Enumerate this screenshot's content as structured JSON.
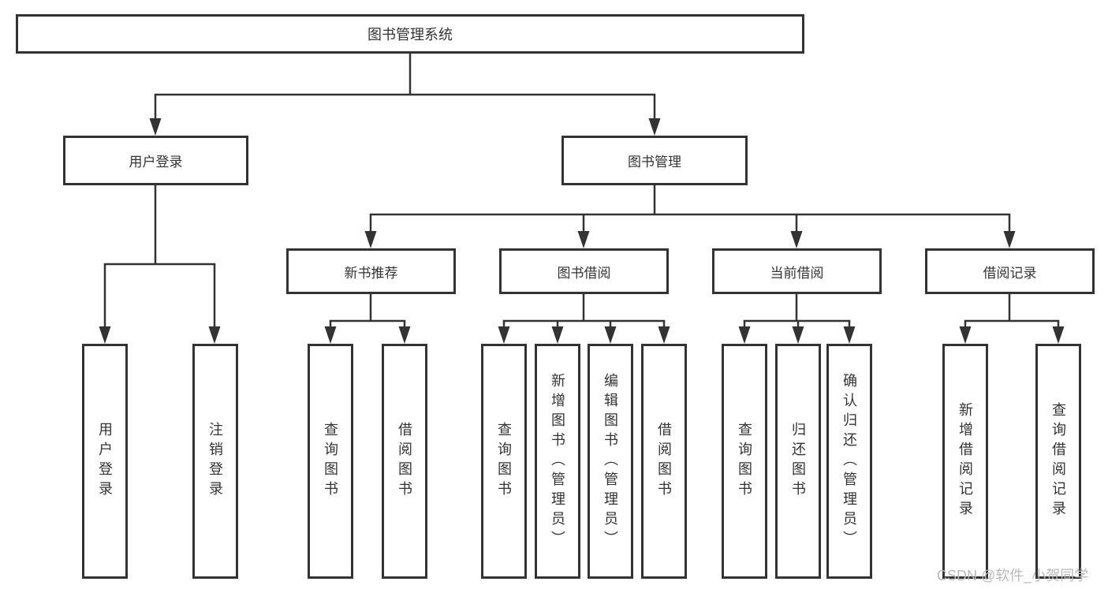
{
  "tree": {
    "label": "图书管理系统",
    "children": [
      {
        "label": "用户登录",
        "children": [
          {
            "label": "用户登录"
          },
          {
            "label": "注销登录"
          }
        ]
      },
      {
        "label": "图书管理",
        "children": [
          {
            "label": "新书推荐",
            "children": [
              {
                "label": "查询图书"
              },
              {
                "label": "借阅图书"
              }
            ]
          },
          {
            "label": "图书借阅",
            "children": [
              {
                "label": "查询图书"
              },
              {
                "label": "新增图书（管理员）"
              },
              {
                "label": "编辑图书（管理员）"
              },
              {
                "label": "借阅图书"
              }
            ]
          },
          {
            "label": "当前借阅",
            "children": [
              {
                "label": "查询图书"
              },
              {
                "label": "归还图书"
              },
              {
                "label": "确认归还（管理员）"
              }
            ]
          },
          {
            "label": "借阅记录",
            "children": [
              {
                "label": "新增借阅记录"
              },
              {
                "label": "查询借阅记录"
              }
            ]
          }
        ]
      }
    ]
  },
  "watermark": {
    "text": "CSDN @软件_小贺同学"
  },
  "colors": {
    "line": "#333333",
    "text": "#333333",
    "box_background": "#ffffff",
    "watermark": "#b9b9b9"
  }
}
